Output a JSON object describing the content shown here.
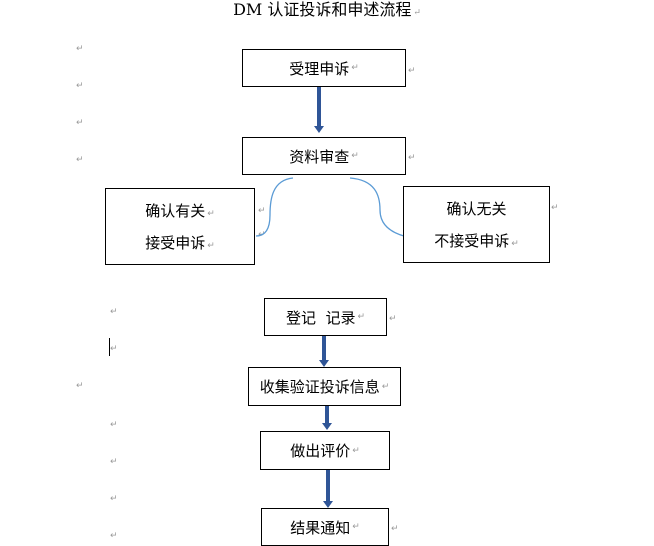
{
  "document": {
    "title": "DM 认证投诉和申述流程",
    "para_mark": "↵"
  },
  "flow": {
    "step1": "受理申诉",
    "step2": "资料审查",
    "left_line1": "确认有关",
    "left_line2": "接受申诉",
    "right_line1": "确认无关",
    "right_line2": "不接受申诉",
    "step3": "登记  记录",
    "step4": "收集验证投诉信息",
    "step5": "做出评价",
    "step6": "结果通知"
  },
  "colors": {
    "arrow": "#2f5597",
    "connector": "#5b9bd5",
    "para_mark": "#9a9a9a"
  }
}
